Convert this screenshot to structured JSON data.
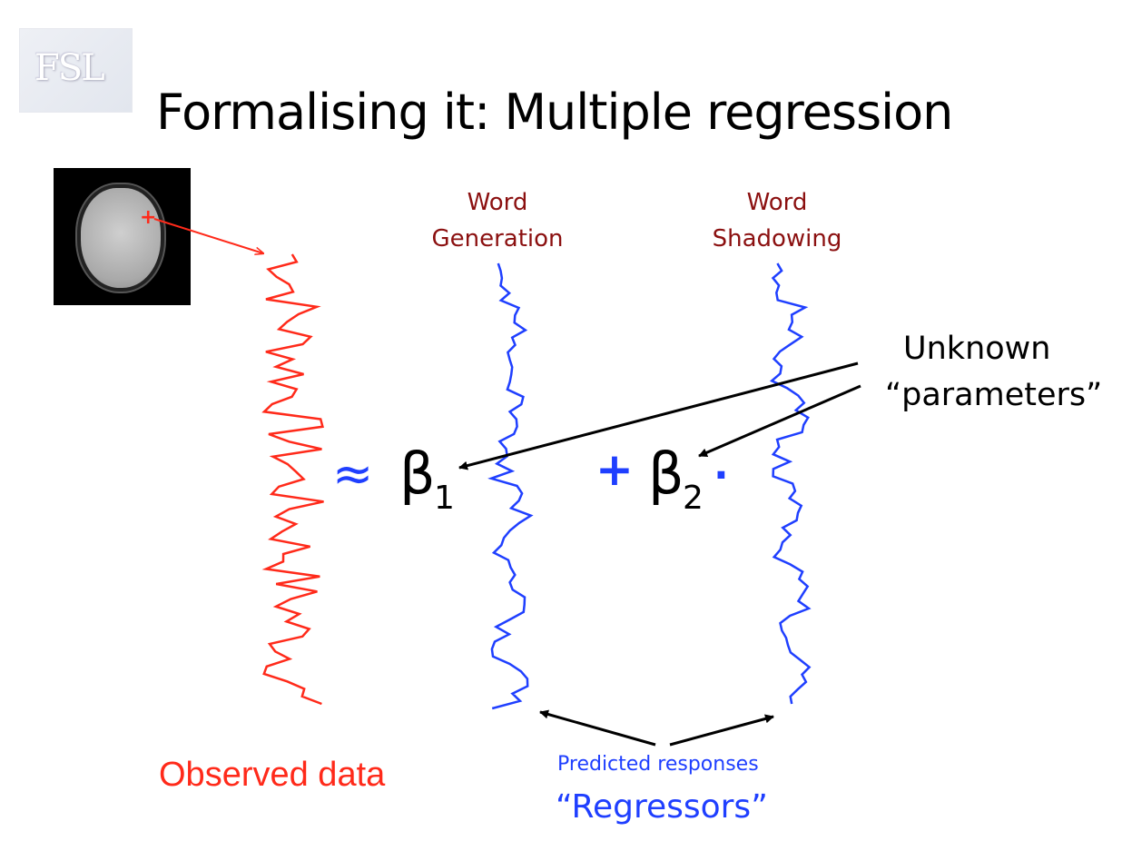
{
  "logo": {
    "text": "FSL"
  },
  "title": "Formalising it: Multiple regression",
  "regressors": [
    {
      "line1": "Word",
      "line2": "Generation"
    },
    {
      "line1": "Word",
      "line2": "Shadowing"
    }
  ],
  "annotation": {
    "line1": "Unknown",
    "line2": "“parameters”"
  },
  "equation": {
    "approx": "≈",
    "beta1": "β",
    "sub1": "1",
    "plus": "+",
    "beta2": "β",
    "sub2": "2",
    "dot": "·"
  },
  "labels": {
    "observed": "Observed data",
    "predicted": "Predicted responses",
    "regressors": "“Regressors”"
  },
  "colors": {
    "observed": "#ff2a1a",
    "regressor": "#1f3fff",
    "regressor_title": "#8b1010"
  }
}
